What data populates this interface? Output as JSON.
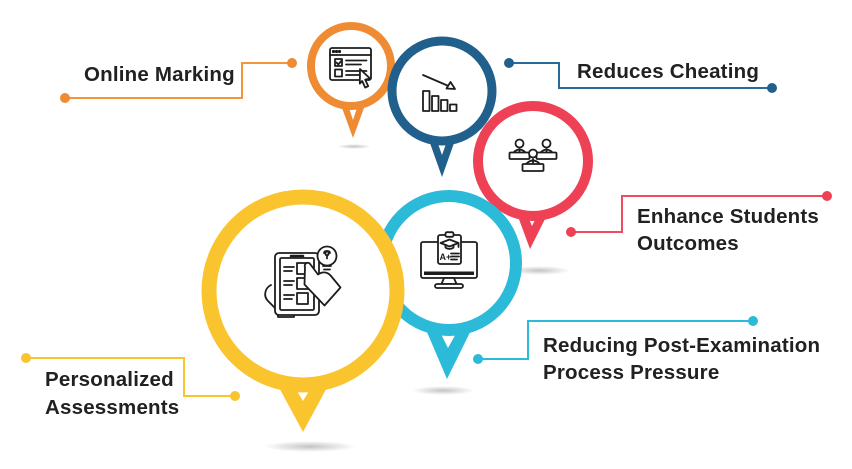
{
  "figure": {
    "name": "online-examination-benefits-infographic",
    "background": "#ffffff",
    "text_color": "#212121"
  },
  "colors": {
    "orange": "#EF8B33",
    "blue": "#21608C",
    "red": "#EF4156",
    "cyan": "#2BBAD7",
    "yellow": "#FAC42F",
    "icon_line": "#1d1d1d"
  },
  "labels": {
    "online_marking": {
      "lines": [
        "Online Marking"
      ],
      "color": "#EF8B33"
    },
    "reduces_cheating": {
      "lines": [
        "Reduces Cheating"
      ],
      "color": "#21608C"
    },
    "enhance_students_outcomes": {
      "lines": [
        "Enhance Students",
        "Outcomes"
      ],
      "color": "#EF4156"
    },
    "reducing_post_examination": {
      "lines": [
        "Reducing Post-Examination",
        "Process Pressure"
      ],
      "color": "#2BBAD7"
    },
    "personalized_assessments": {
      "lines": [
        "Personalized",
        "Assessments"
      ],
      "color": "#FAC42F"
    }
  },
  "bubbles": [
    {
      "name": "online-marking",
      "color": "#EF8B33",
      "icon": "browser-marking-icon"
    },
    {
      "name": "reduces-cheating",
      "color": "#21608C",
      "icon": "declining-bar-chart-icon"
    },
    {
      "name": "enhance-students-outcomes",
      "color": "#EF4156",
      "icon": "students-at-desks-icon"
    },
    {
      "name": "reducing-post-examination-process-pressure",
      "color": "#2BBAD7",
      "icon": "monitor-grade-certificate-icon",
      "screen_text": "A+"
    },
    {
      "name": "personalized-assessments",
      "color": "#FAC42F",
      "icon": "hand-tablet-checklist-lightbulb-icon"
    }
  ]
}
